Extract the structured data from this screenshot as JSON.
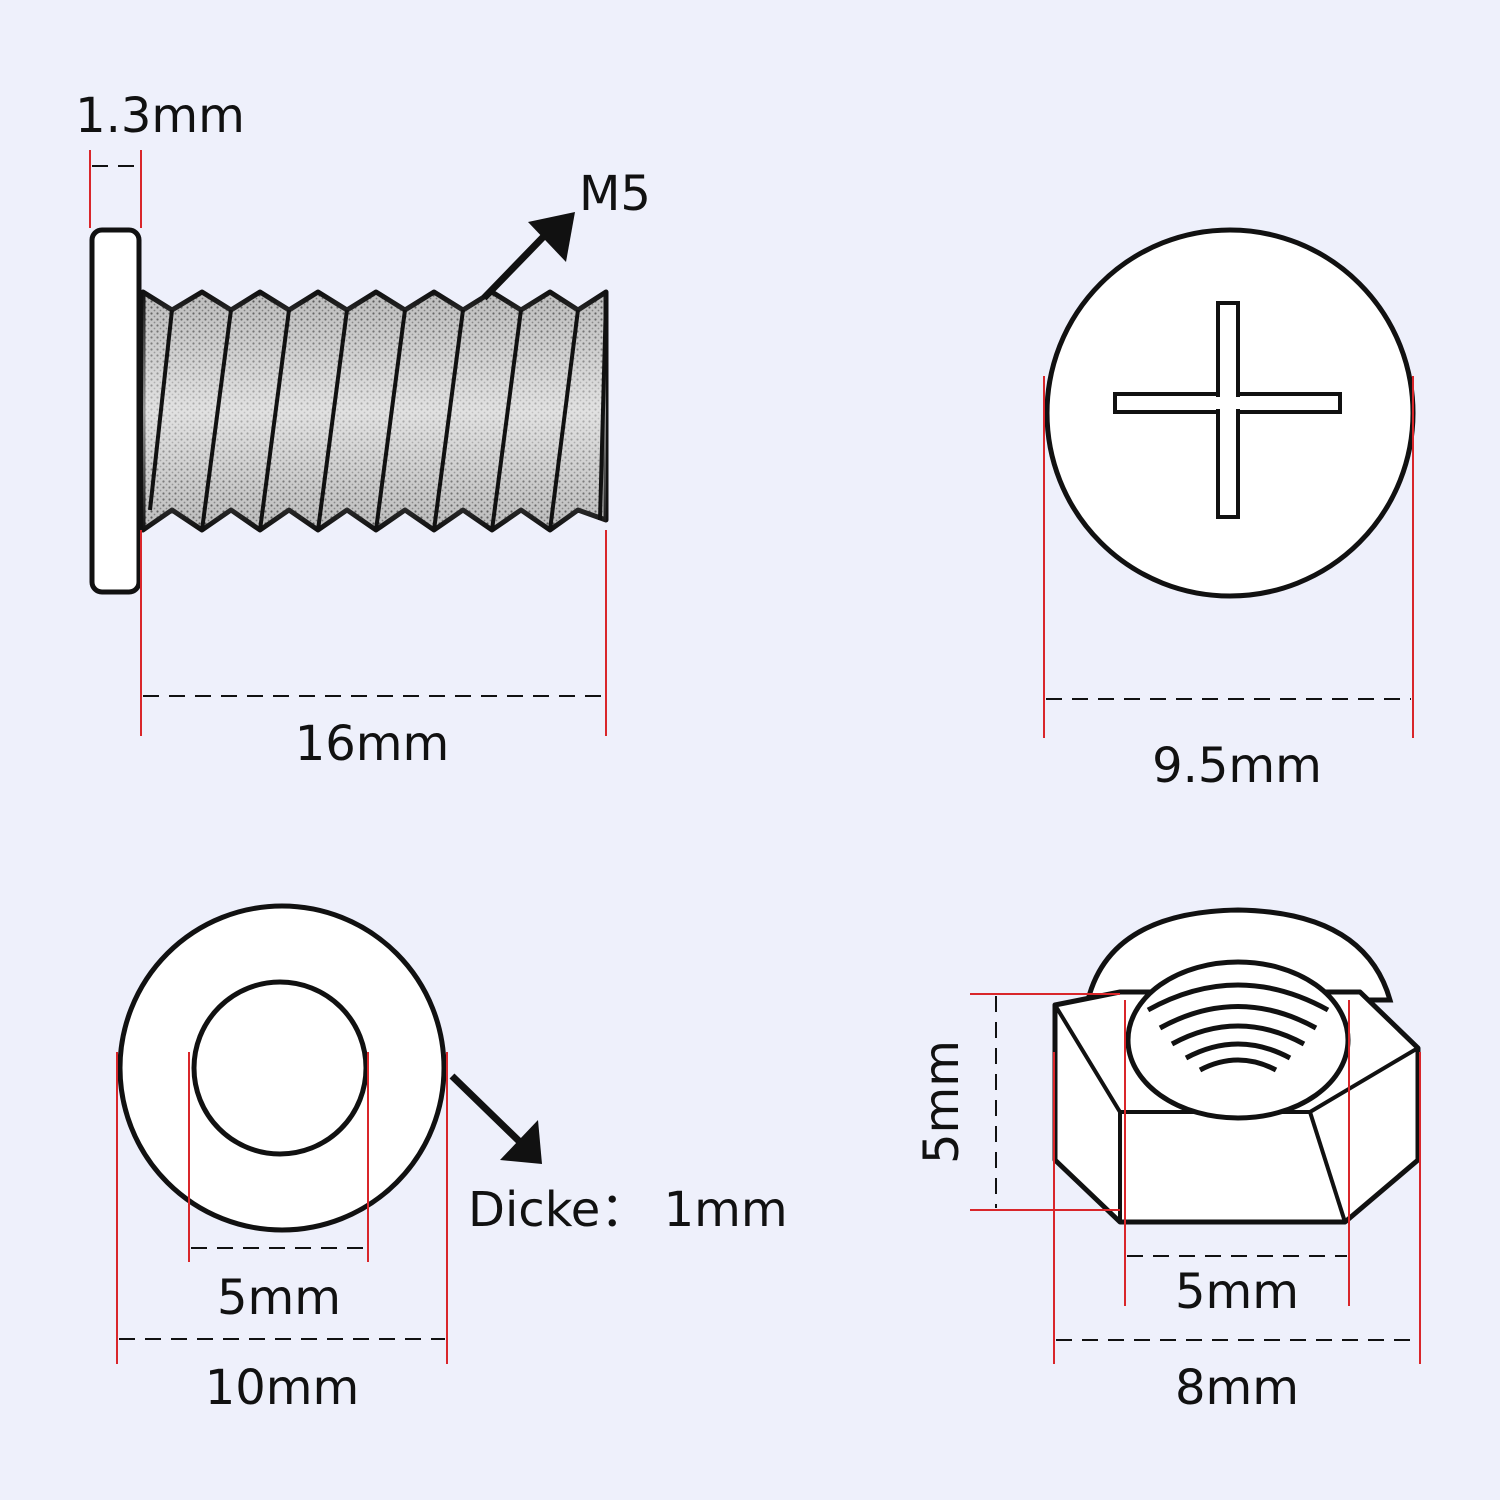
{
  "background": "#eef0fb",
  "colors": {
    "ink": "#111111",
    "dimension_line": "#d9262a",
    "part_fill": "#ffffff"
  },
  "screw_side": {
    "head_thickness_label": "1.3mm",
    "thread_label": "M5",
    "length_label": "16mm"
  },
  "screw_head": {
    "diameter_label": "9.5mm",
    "drive_icon": "phillips-cross-icon"
  },
  "washer": {
    "inner_diameter_label": "5mm",
    "outer_diameter_label": "10mm",
    "thickness_label": "Dicke：  1mm"
  },
  "lock_nut": {
    "height_label": "5mm",
    "inner_width_label": "5mm",
    "outer_width_label": "8mm"
  }
}
